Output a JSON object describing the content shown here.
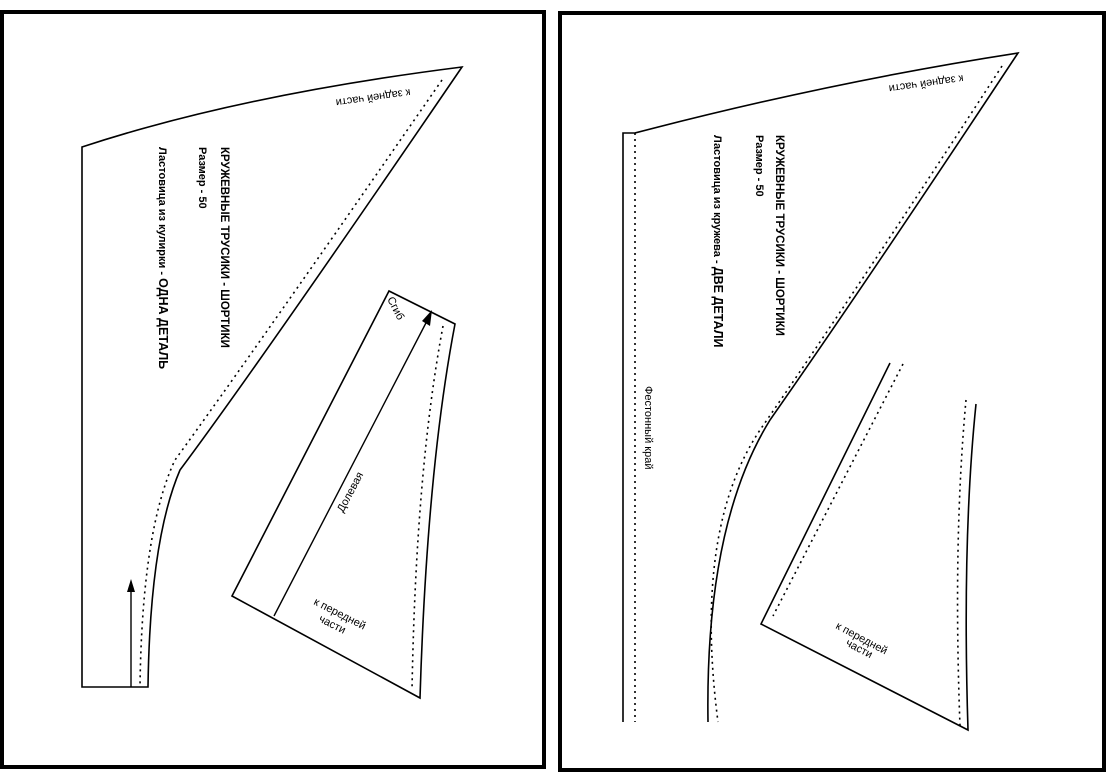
{
  "left_sheet": {
    "to_back": "к задней части",
    "title": "КРУЖЕВНЫЕ ТРУСИКИ - ШОРТИКИ",
    "size": "Размер - 50",
    "gusset_prefix": "Ластовица из кулирки - ",
    "gusset_emph": "ОДНА ДЕТАЛЬ",
    "fold": "Сгиб",
    "grain": "Долевая",
    "to_front_1": "к передней",
    "to_front_2": "части"
  },
  "right_sheet": {
    "to_back": "к задней части",
    "title": "КРУЖЕВНЫЕ ТРУСИКИ - ШОРТИКИ",
    "size": "Размер - 50",
    "gusset_prefix": "Ластовица из кружева - ",
    "gusset_emph": "ДВЕ ДЕТАЛИ",
    "scallop_edge": "Фестонный край",
    "to_front_1": "к передней",
    "to_front_2": "части"
  }
}
